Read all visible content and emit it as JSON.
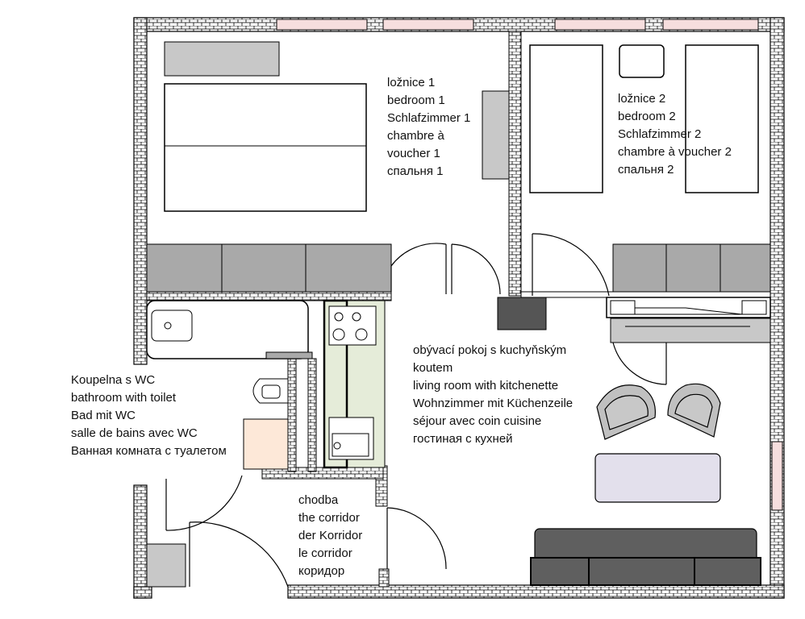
{
  "rooms": {
    "bedroom1": {
      "lines": [
        "ložnice 1",
        "bedroom 1",
        "Schlafzimmer 1",
        "chambre à",
        "voucher 1",
        "спальня 1"
      ]
    },
    "bedroom2": {
      "lines": [
        "ložnice 2",
        "bedroom 2",
        "Schlafzimmer 2",
        "chambre à voucher 2",
        "спальня 2"
      ]
    },
    "bathroom": {
      "lines": [
        "Koupelna s WC",
        "bathroom with toilet",
        "Bad mit WC",
        "salle de bains avec WC",
        "Ванная комната с туалетом"
      ]
    },
    "living_room": {
      "lines": [
        "obývací pokoj s kuchyňským",
        "koutem",
        "living room with kitchenette",
        "Wohnzimmer mit Küchenzeile",
        "séjour avec coin cuisine",
        "гостиная с кухней"
      ]
    },
    "corridor": {
      "lines": [
        "chodba",
        "the corridor",
        "der Korridor",
        "le corridor",
        "коридор"
      ]
    }
  },
  "colors": {
    "wall_fill": "#ffffff",
    "wall_hatch": "#000000",
    "window": "#f6dede",
    "furniture": "#c8c8c8",
    "sofa": "#5f5f5f",
    "kitchen": "#e5ecd9",
    "table": "#e3e0ec",
    "cabinet": "#fde8d8",
    "chimney": "#555555"
  }
}
